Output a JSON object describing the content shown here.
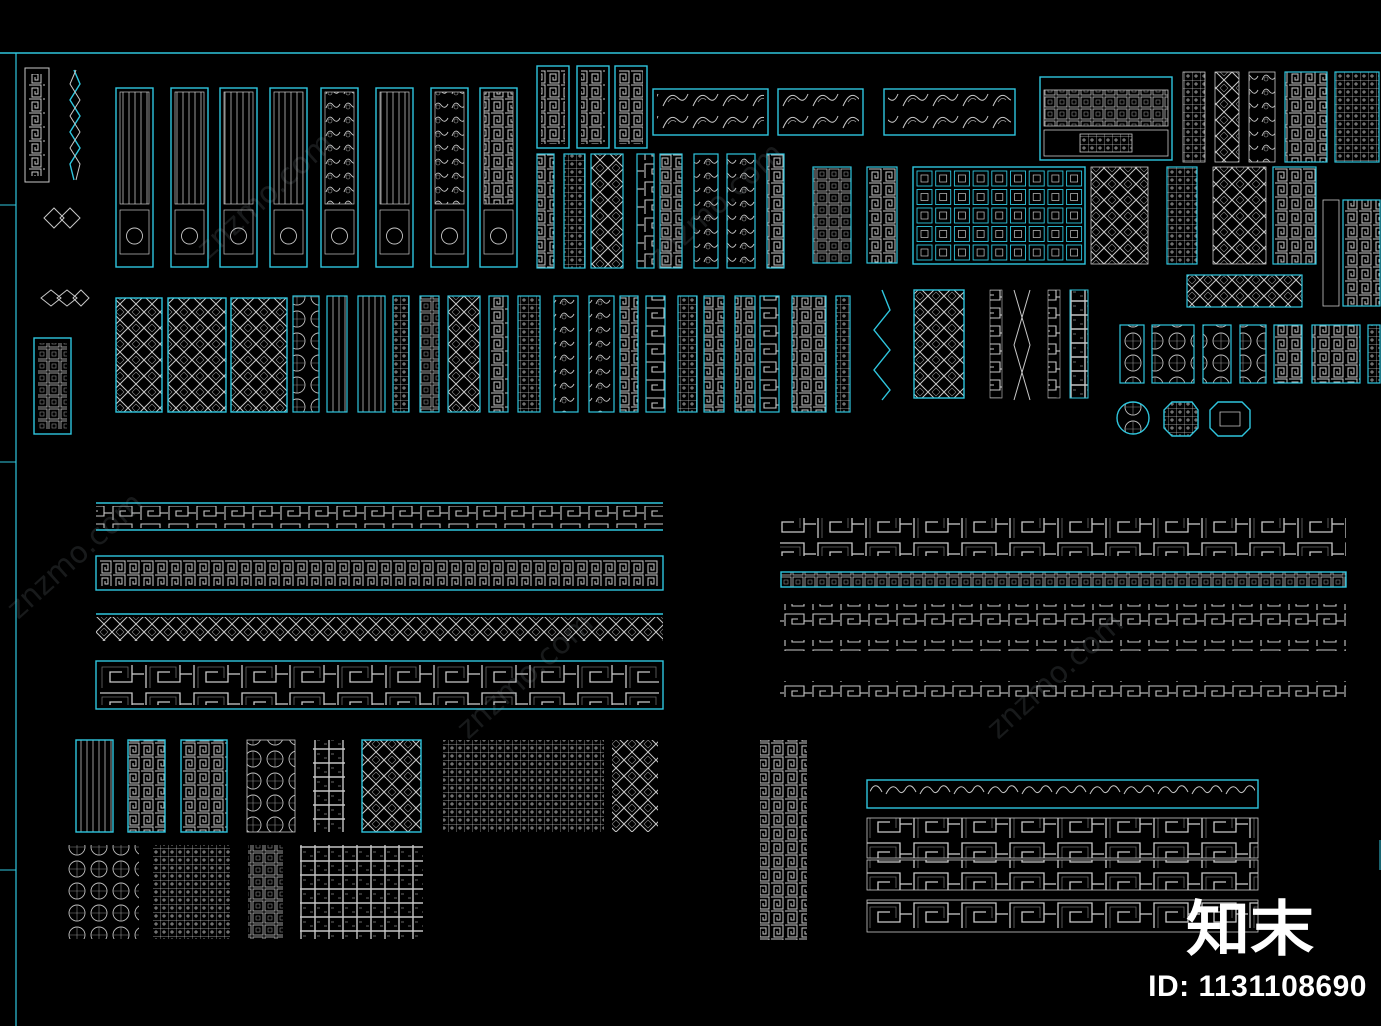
{
  "brand": {
    "logo_text": "知末",
    "id_label": "ID: 1131108690"
  },
  "watermark": {
    "text": "znzmo.com"
  },
  "colors": {
    "background": "#000000",
    "frame": "#00c8e0",
    "line": "#c8c8c8",
    "accent": "#30d8ea"
  },
  "drawing": {
    "icon": "cad-lattice-drawing-sheet"
  }
}
